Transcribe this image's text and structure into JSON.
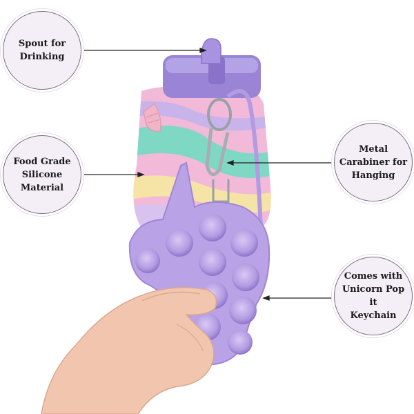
{
  "callouts": {
    "spout": "Spout for\nDrinking",
    "silicone": "Food Grade\nSilicone\nMaterial",
    "carabiner": "Metal\nCarabiner for\nHanging",
    "keychain": "Comes with\nUnicorn Pop it\nKeychain"
  },
  "colors": {
    "lid": "#9a84d6",
    "popit": "#b9a2e6",
    "bottle_pink": "#f2b9d8",
    "bottle_mint": "#7fd8c4",
    "bottle_yellow": "#f6e3a6",
    "callout_bg": "#f4eef6",
    "skin": "#f2c6ae"
  }
}
